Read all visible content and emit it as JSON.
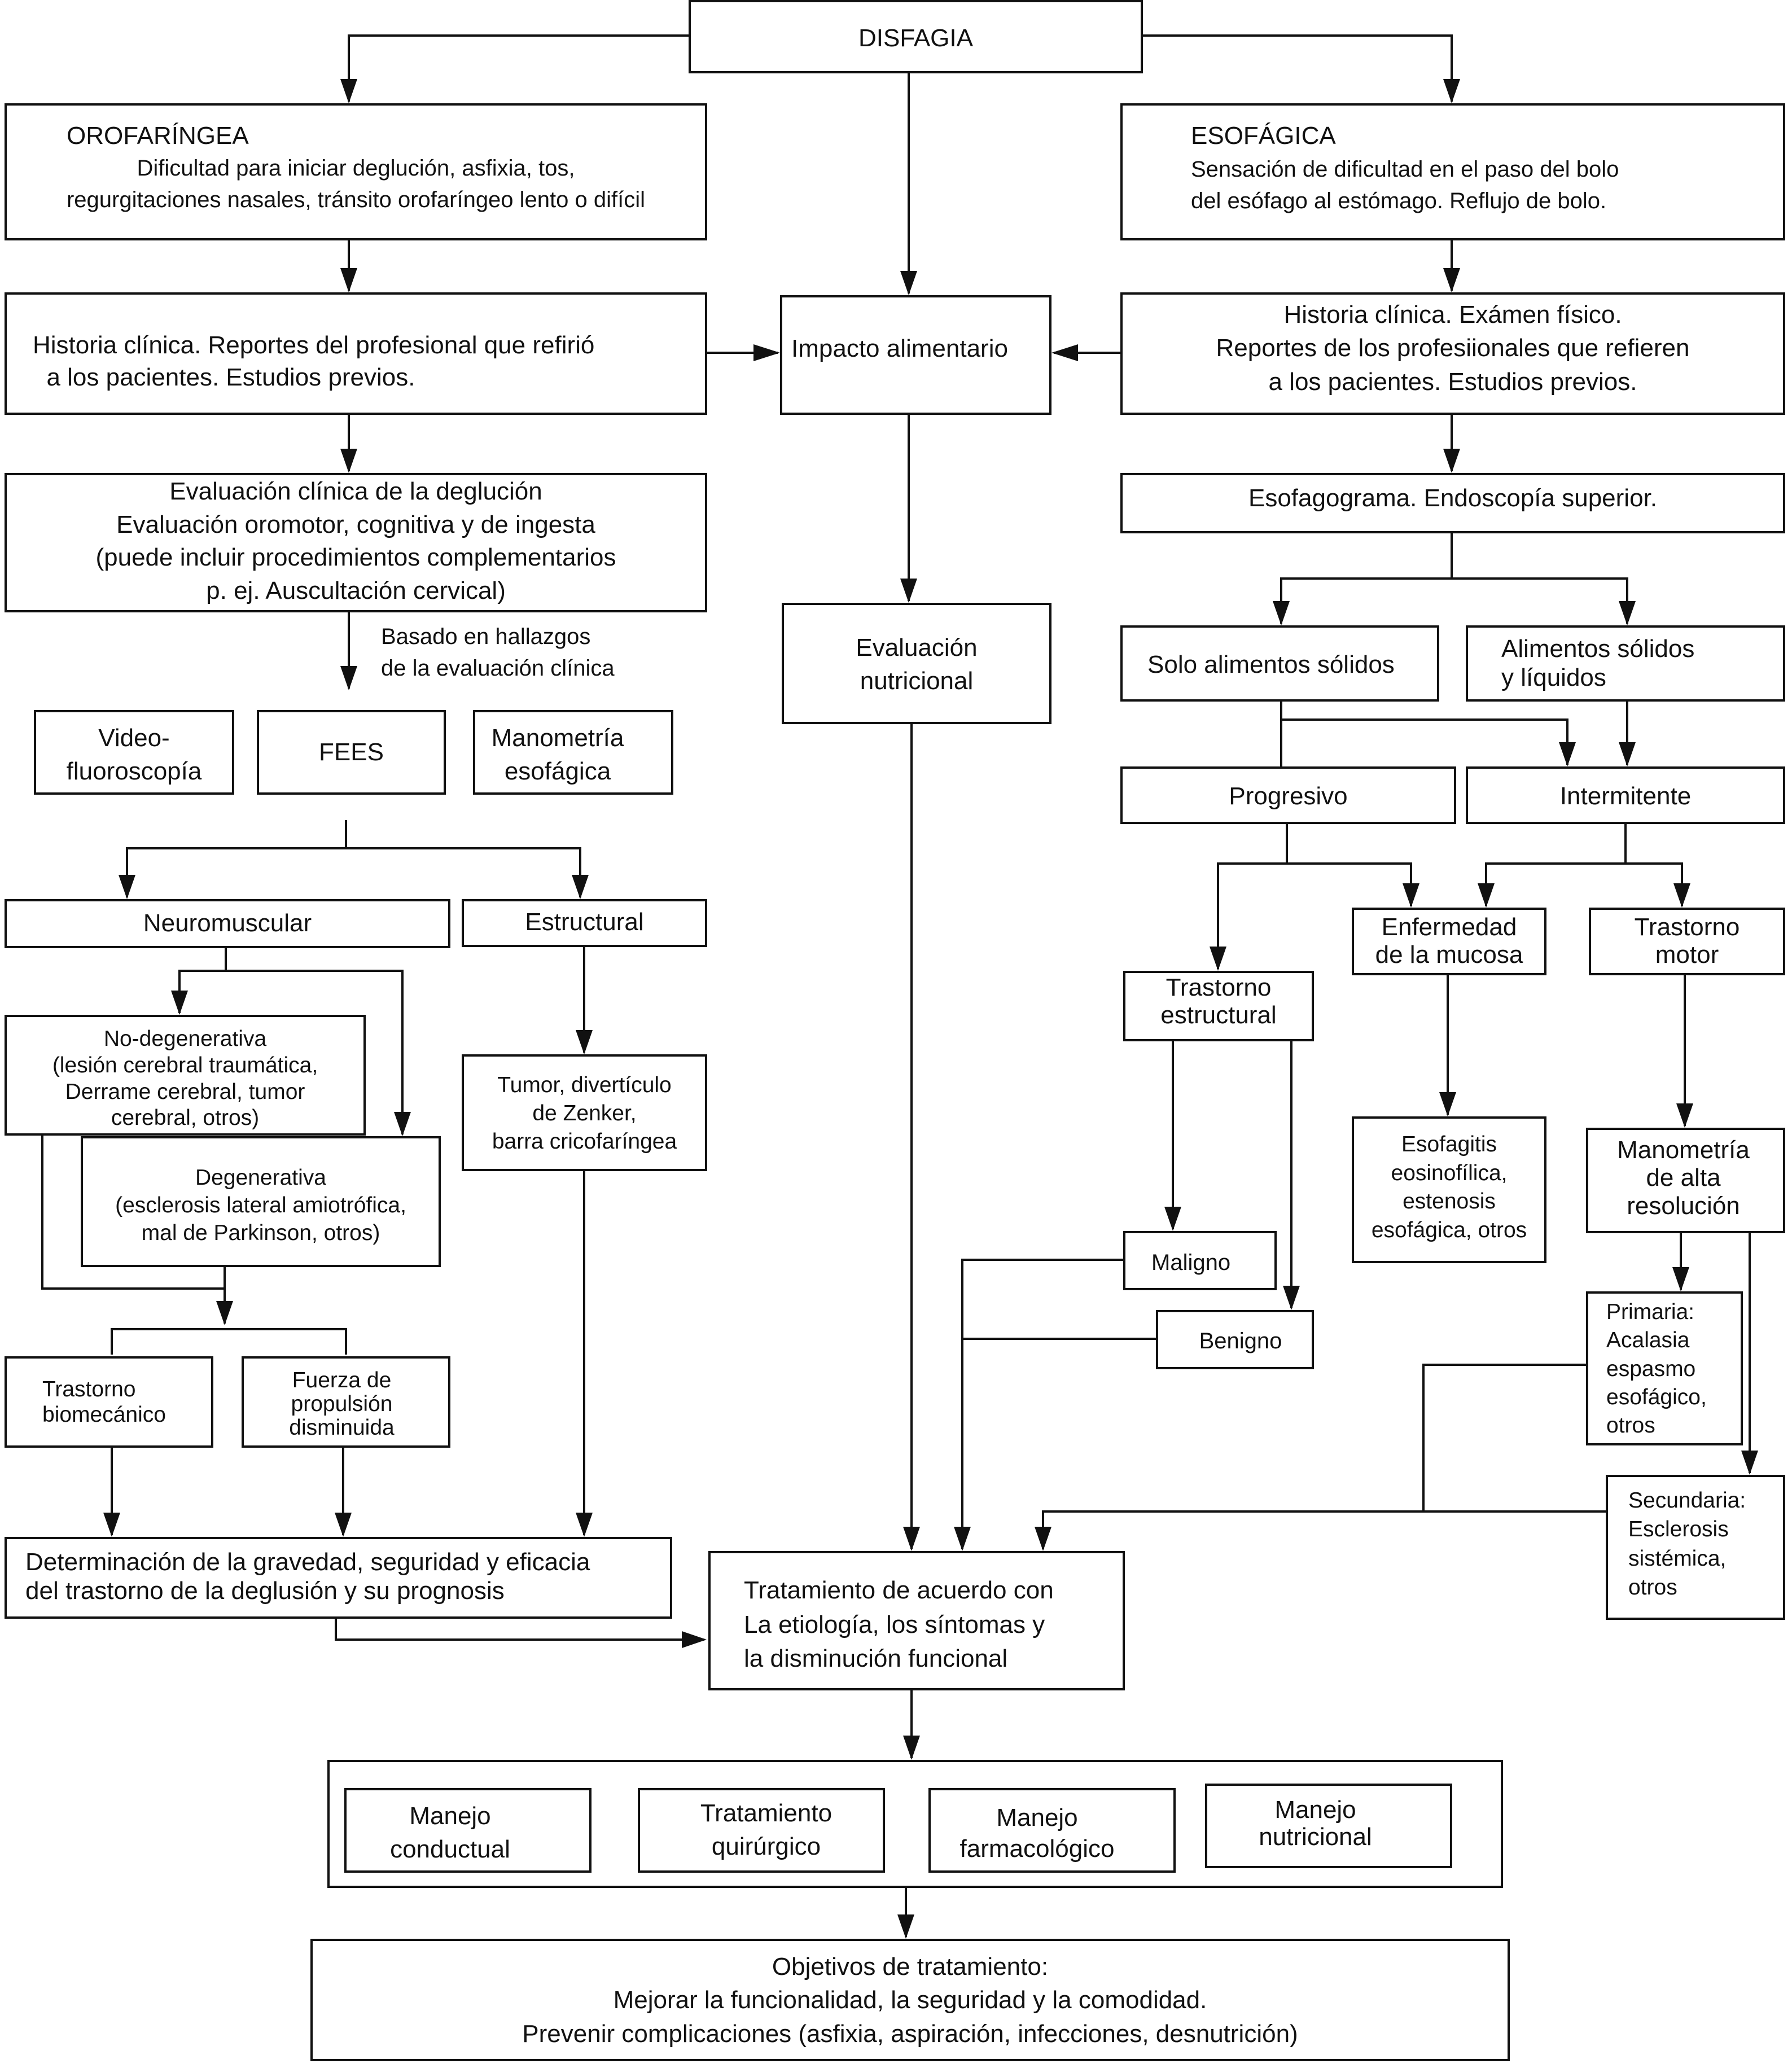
{
  "title": "DISFAGIA",
  "oro": {
    "title": "OROFARÍNGEA",
    "desc": "Dificultad para iniciar deglución, asfixia, tos,\nregurgitaciones nasales, tránsito orofaríngeo lento o difícil"
  },
  "eso": {
    "title": "ESOFÁGICA",
    "desc": "Sensación de dificultad en el paso del bolo\ndel esófago al estómago. Reflujo de bolo."
  },
  "left": {
    "historia": "Historia clínica. Reportes del profesional que refirió\n  a los pacientes. Estudios previos.",
    "evaluacion": "Evaluación clínica de la deglución\nEvaluación oromotor, cognitiva y de ingesta\n(puede incluir procedimientos complementarios\np. ej. Auscultación cervical)",
    "basado": "Basado en hallazgos\nde la evaluación clínica",
    "video": "Video-\nfluoroscopía",
    "fees": "FEES",
    "manometria": "Manometría\nesofágica",
    "neuromuscular": "Neuromuscular",
    "estructural": "Estructural",
    "no_degen": "No-degenerativa\n(lesión cerebral traumática,\nDerrame cerebral, tumor\ncerebral, otros)",
    "degen": "Degenerativa\n(esclerosis lateral amiotrófica,\nmal de Parkinson, otros)",
    "tumor": "Tumor, divertículo\nde Zenker,\nbarra cricofaríngea",
    "biomec": "Trastorno\nbiomecánico",
    "fuerza": "Fuerza de\npropulsión\ndisminuida",
    "gravedad": "Determinación de la gravedad, seguridad y eficacia\ndel trastorno de la deglusión y su prognosis"
  },
  "center": {
    "impacto": "Impacto alimentario",
    "nutricional": "Evaluación\nnutricional",
    "tratamiento": "Tratamiento de acuerdo con\nLa etiología, los síntomas y\nla disminución funcional",
    "manejo_conductual": "Manejo\nconductual",
    "quirurgico": "Tratamiento\nquirúrgico",
    "farmacologico": "Manejo\nfarmacológico",
    "manejo_nutricional": "Manejo\nnutricional",
    "objetivos": "Objetivos de tratamiento:\nMejorar la funcionalidad, la seguridad y la comodidad.\nPrevenir complicaciones (asfixia, aspiración, infecciones, desnutrición)"
  },
  "right": {
    "historia": "Historia clínica. Exámen físico.\nReportes de los profesiionales que refieren\na los pacientes. Estudios previos.",
    "esofagograma": "Esofagograma. Endoscopía superior.",
    "solidos": "Solo alimentos sólidos",
    "solidos_liquidos": "Alimentos sólidos\ny líquidos",
    "progresivo": "Progresivo",
    "intermitente": "Intermitente",
    "trastorno_estructural": "Trastorno\nestructural",
    "mucosa": "Enfermedad\nde la mucosa",
    "motor": "Trastorno\nmotor",
    "maligno": "Maligno",
    "benigno": "Benigno",
    "esofagitis": "Esofagitis\neosinofílica,\nestenosis\nesofágica, otros",
    "manometria_alta": "Manometría\nde alta\nresolución",
    "primaria": "Primaria:\nAcalasia\nespasmo\nesofágico,\notros",
    "secundaria": "Secundaria:\nEsclerosis\nsistémica,\notros"
  }
}
